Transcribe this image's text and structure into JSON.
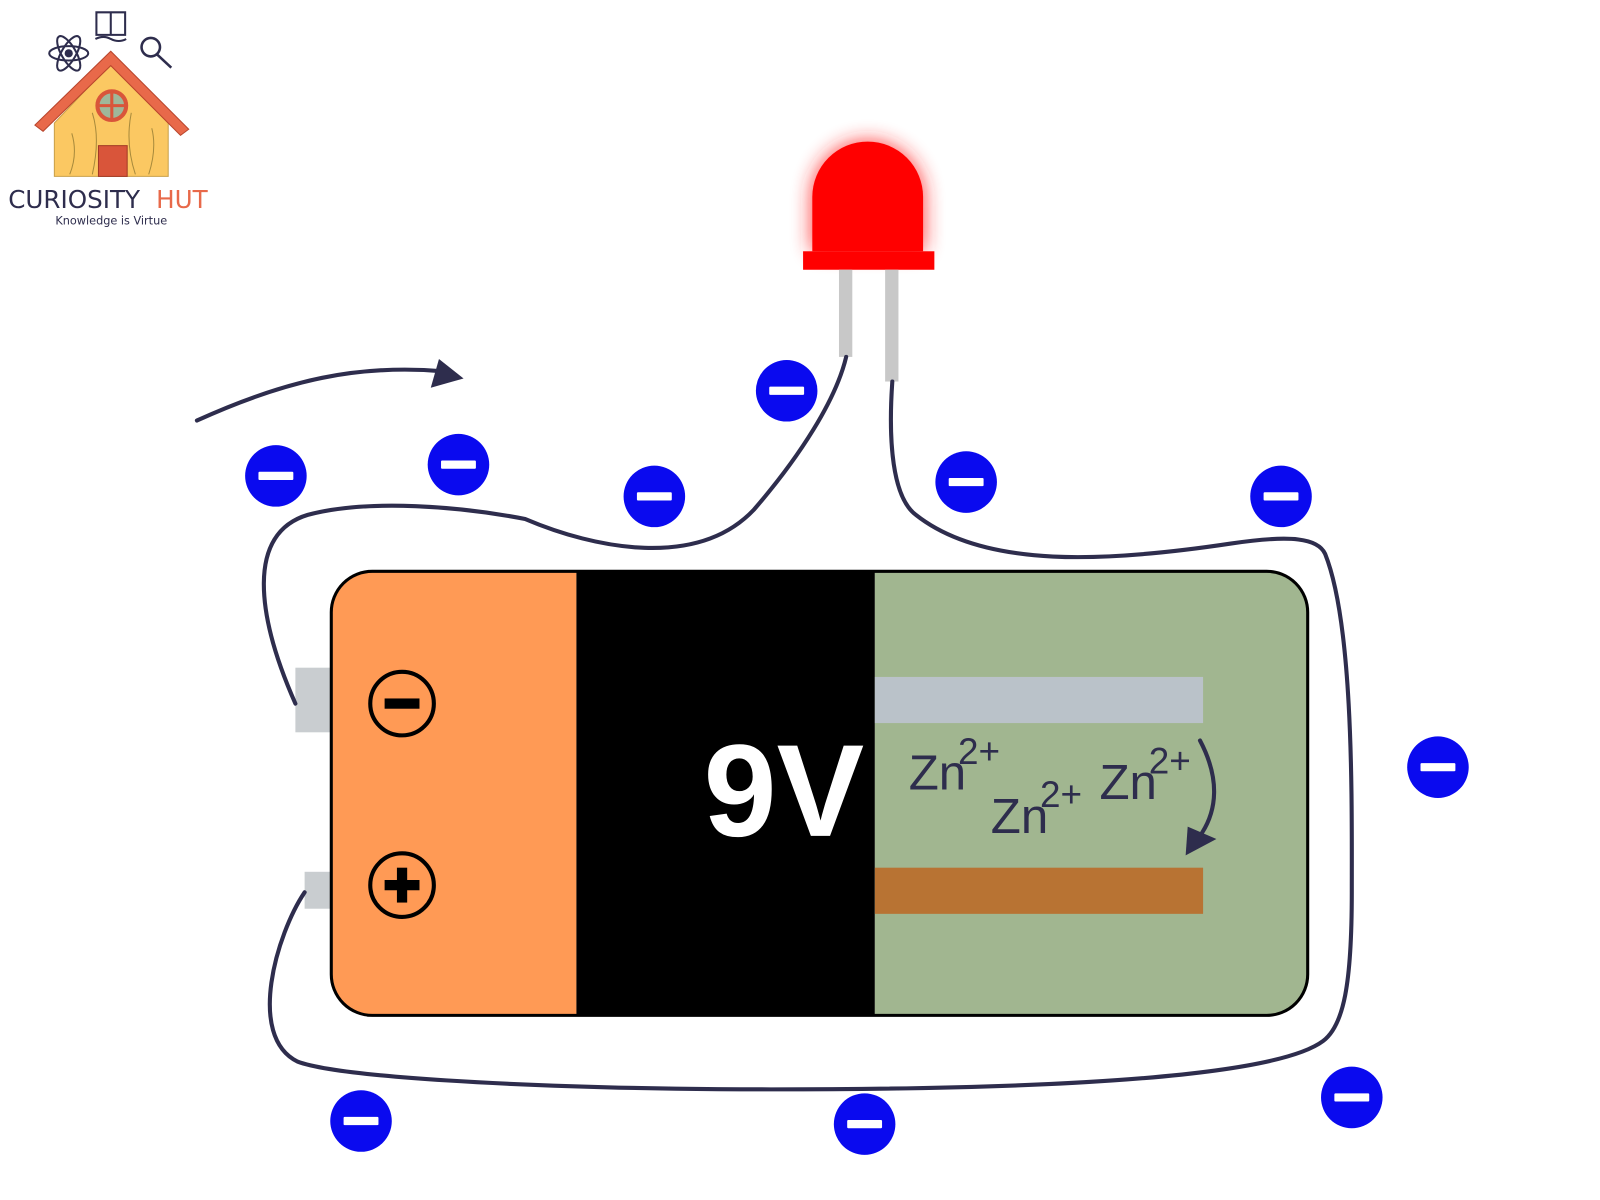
{
  "logo": {
    "brand_primary": "CURIOSITY",
    "brand_accent": "HUT",
    "tagline": "Knowledge is Virtue"
  },
  "battery": {
    "voltage": "9V",
    "ions": [
      {
        "symbol": "Zn",
        "charge": "2+"
      },
      {
        "symbol": "Zn",
        "charge": "2+"
      },
      {
        "symbol": "Zn",
        "charge": "2+"
      }
    ]
  },
  "colors": {
    "electron": "#0a0aef",
    "wire": "#2e2d4d",
    "led": "#ff0000",
    "battery_negative_end": "#ff9a55",
    "battery_label": "#000000",
    "battery_cell": "#a1b690",
    "anode_plate": "#bac2c9",
    "cathode_plate": "#b87333",
    "brand_accent": "#e8694a"
  }
}
